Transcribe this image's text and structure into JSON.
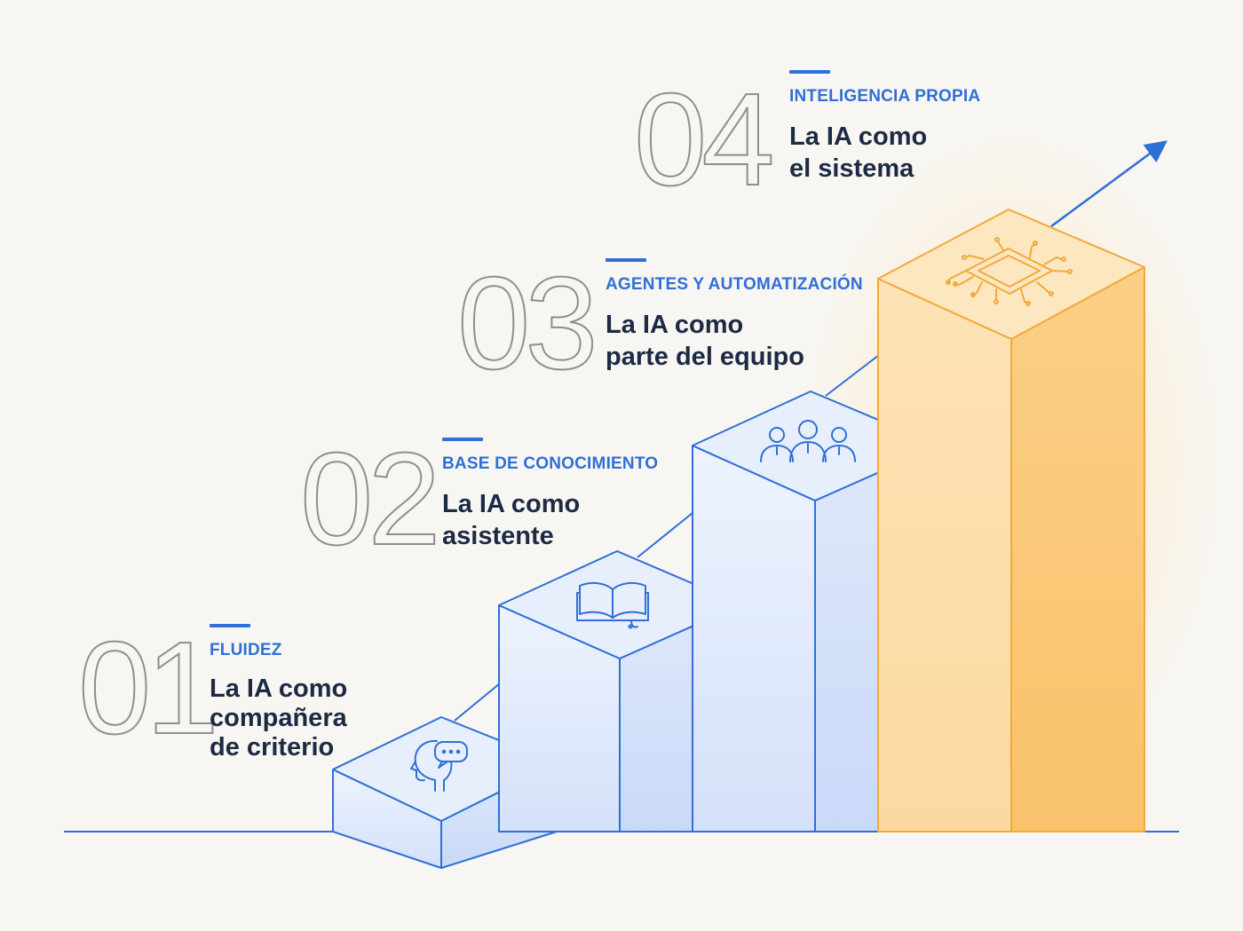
{
  "stages": [
    {
      "number": "01",
      "category": "FLUIDEZ",
      "title": "La IA como\ncompañera\nde criterio",
      "icon": "head-thought-bubble-icon"
    },
    {
      "number": "02",
      "category": "BASE DE CONOCIMIENTO",
      "title": "La IA como\nasistente",
      "icon": "open-book-icon"
    },
    {
      "number": "03",
      "category": "AGENTES Y AUTOMATIZACIÓN",
      "title": "La IA como\nparte del equipo",
      "icon": "team-people-icon"
    },
    {
      "number": "04",
      "category": "INTELIGENCIA PROPIA",
      "title": "La IA como\nel sistema",
      "icon": "chip-icon"
    }
  ],
  "colors": {
    "accent": "#2f6fd6",
    "text": "#1c2a44",
    "number_outline": "#8e8e8e",
    "block_blue": "#dde7fb",
    "block_orange": "#f9c878",
    "background": "#f8f6f2"
  },
  "icons": [
    "growth-arrow-icon"
  ]
}
